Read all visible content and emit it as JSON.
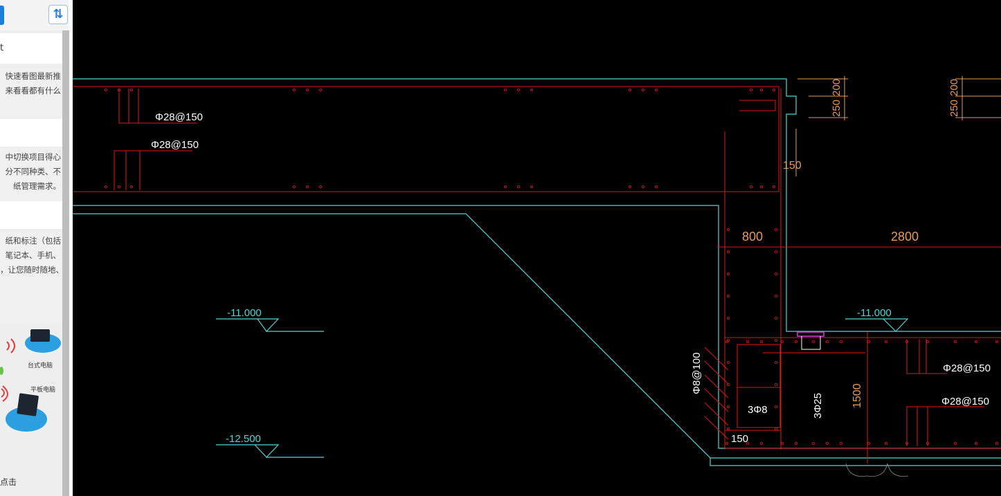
{
  "sidebar": {
    "header_label": "t",
    "section1_lines": [
      "快速看图最新推",
      "来看看都有什么"
    ],
    "section2_lines": [
      "中切换项目得心",
      "分不同种类、不",
      "纸管理需求。"
    ],
    "section3_lines": [
      "纸和标注（包括",
      "笔记本、手机、",
      "，让您随时随地、"
    ],
    "device_desktop": "台式电脑",
    "device_tablet": "平板电脑",
    "footer": "点击",
    "sync_icon": "sync-icon"
  },
  "drawing": {
    "rebar_top_1": "Φ28@150",
    "rebar_top_2": "Φ28@150",
    "rebar_right_1": "Φ28@150",
    "rebar_right_2": "Φ28@150",
    "stirrup": "Φ8@100",
    "bars_3phi8": "3Φ8",
    "bars_3phi25": "3Φ25",
    "elev_left_1": "-11.000",
    "elev_left_2": "-12.500",
    "elev_right": "-11.000",
    "dim_250_a": "250",
    "dim_200_a": "200",
    "dim_250_b": "250",
    "dim_200_b": "200",
    "dim_150_top": "150",
    "dim_800": "800",
    "dim_2800": "2800",
    "dim_1500": "1500",
    "dim_150_bottom": "150"
  },
  "colors": {
    "cyan": "#4fd7d7",
    "red": "#e01818",
    "orange": "#e89a5a",
    "white": "#ffffff",
    "magenta": "#d040d0"
  }
}
